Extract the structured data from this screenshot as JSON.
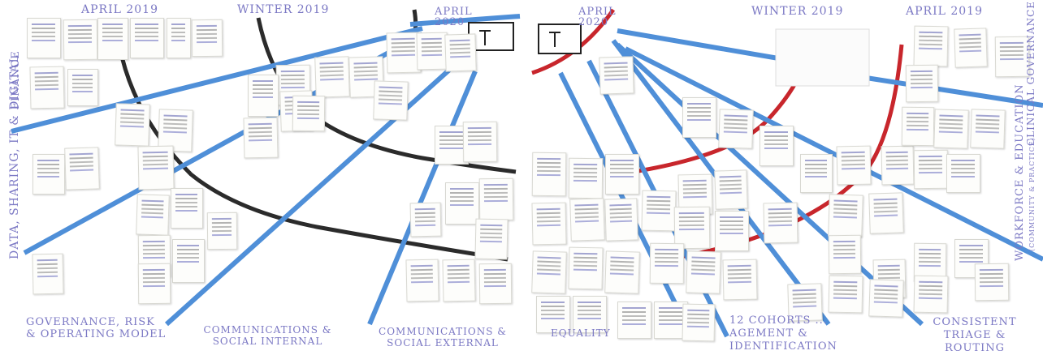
{
  "left_board": {
    "timeline_labels": [
      "APRIL 2019",
      "WINTER 2019",
      "APRIL 2020"
    ],
    "workstreams": [
      "FINANCE",
      "DATA, SHARING, IT & DIGITAL",
      "GOVERNANCE, RISK & OPERATING MODEL",
      "COMMUNICATIONS & SOCIAL INTERNAL",
      "COMMUNICATIONS & SOCIAL EXTERNAL"
    ]
  },
  "right_board": {
    "timeline_labels": [
      "APRIL 2020",
      "WINTER 2019",
      "APRIL 2019"
    ],
    "workstreams": [
      "CLINICAL GOVERNANCE & RISK",
      "WORKFORCE & EDUCATION",
      "(COMMUNITY & PRACTICE)",
      "EQUALITY",
      "12 COHORTS ... AGEMENT & IDENTIFICATION",
      "CONSISTENT TRIAGE & ROUTING"
    ]
  },
  "colors": {
    "tape_blue": "#4f8fd8",
    "timeline_black": "#2b2b2b",
    "timeline_red": "#c8262c",
    "label_purple": "#7b78c4"
  }
}
